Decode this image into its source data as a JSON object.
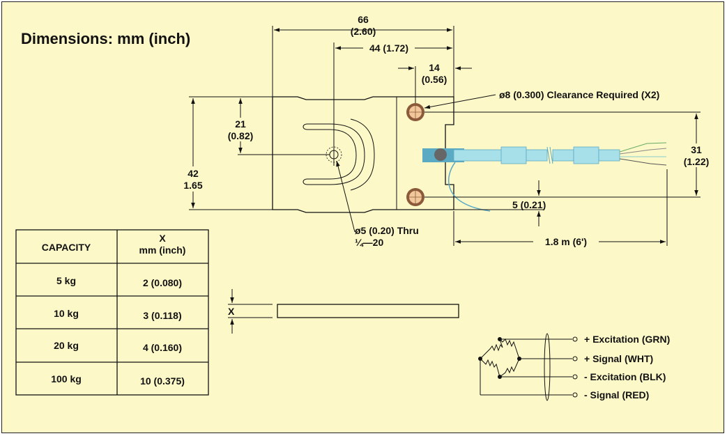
{
  "title": "Dimensions: mm (inch)",
  "dimensions": {
    "overall_width_mm": "66",
    "overall_width_in": "(2.60)",
    "center_to_hole": "44 (1.72)",
    "hole_to_edge_mm": "14",
    "hole_to_edge_in": "(0.56)",
    "clearance_note": "ø8 (0.300) Clearance Required (X2)",
    "hole_height_mm": "21",
    "hole_height_in": "(0.82)",
    "overall_height_mm": "42",
    "overall_height_in": "1.65",
    "hole_spacing_mm": "31",
    "hole_spacing_in": "(1.22)",
    "hole_offset": "5 (0.21)",
    "thru_hole": "ø5 (0.20) Thru",
    "thread": "¼—20",
    "cable_length": "1.8 m (6')",
    "side_x": "X"
  },
  "table": {
    "headers": [
      "CAPACITY",
      "X",
      "mm (inch)"
    ],
    "rows": [
      {
        "capacity": "5 kg",
        "x": "2 (0.080)"
      },
      {
        "capacity": "10 kg",
        "x": "3 (0.118)"
      },
      {
        "capacity": "20 kg",
        "x": "4 (0.160)"
      },
      {
        "capacity": "100 kg",
        "x": "10 (0.375)"
      }
    ]
  },
  "wiring": [
    "+ Excitation (GRN)",
    "+ Signal (WHT)",
    "- Excitation (BLK)",
    "- Signal (RED)"
  ],
  "colors": {
    "background": "#fcf8c8",
    "cable": "#a8e0ea",
    "cable_dark": "#5aaac4",
    "screw": "#f2c89a",
    "screw_ring": "#8a5a3a"
  }
}
